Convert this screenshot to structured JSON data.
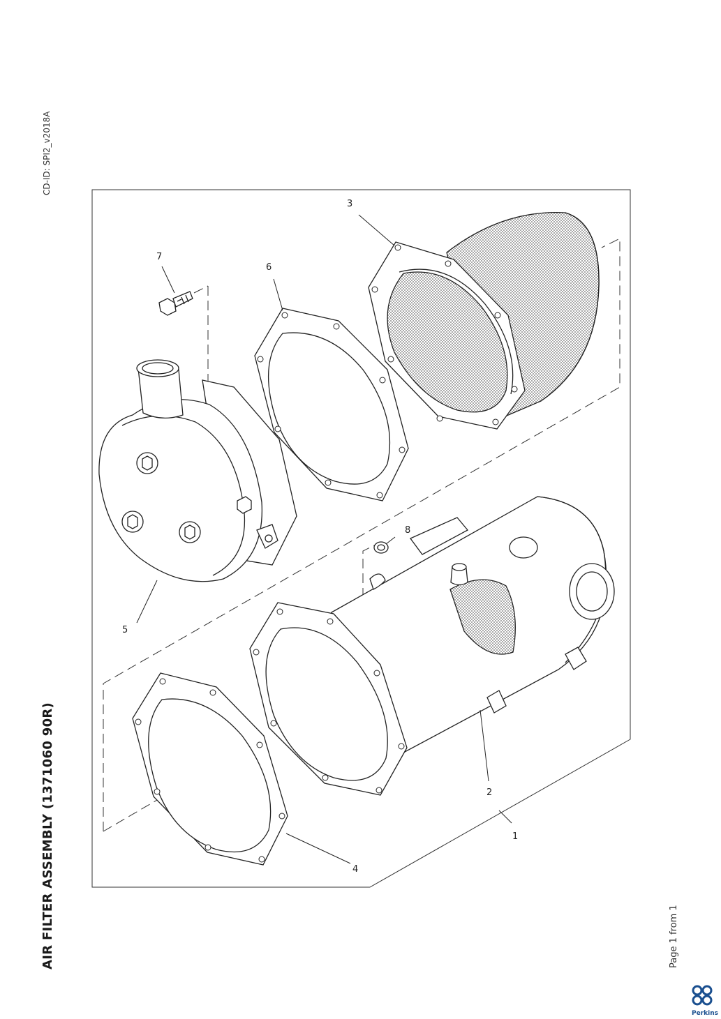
{
  "document": {
    "title": "AIR FILTER ASSEMBLY (1371060 90R)",
    "cd_id": "CD-ID: SPI2_v2018A",
    "page_label": "Page 1 from 1"
  },
  "brand": {
    "name": "Perkins",
    "color": "#1a4f8f"
  },
  "callouts": [
    {
      "id": "1",
      "label": "1"
    },
    {
      "id": "2",
      "label": "2"
    },
    {
      "id": "3",
      "label": "3"
    },
    {
      "id": "4",
      "label": "4"
    },
    {
      "id": "5",
      "label": "5"
    },
    {
      "id": "6",
      "label": "6"
    },
    {
      "id": "7",
      "label": "7"
    },
    {
      "id": "8",
      "label": "8"
    }
  ]
}
